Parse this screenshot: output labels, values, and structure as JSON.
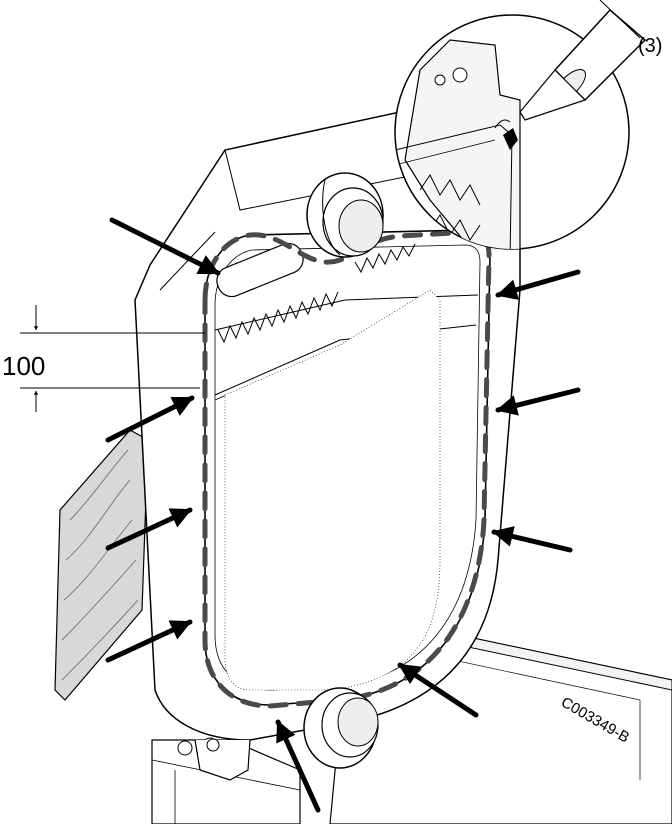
{
  "figure": {
    "callout_number": "(3)",
    "dimension_value": "100",
    "drawing_reference": "C003349-B"
  },
  "colors": {
    "line": "#000000",
    "fill": "#ffffff",
    "bead": "#4a4a4a",
    "wood": "#d8d8d8"
  },
  "icons": {
    "arrow": "arrow-icon",
    "sealant_tube": "sealant-tube-icon"
  }
}
